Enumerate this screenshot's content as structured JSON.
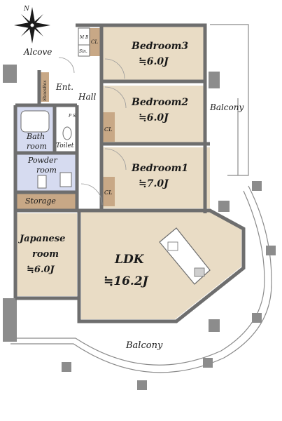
{
  "colors": {
    "room_fill": "#E9DCC5",
    "wet_fill": "#D6DBF0",
    "storage_fill": "#C8A886",
    "wall": "#6E6E6E",
    "pillar": "#8C8C8C",
    "balcony_fill": "#FFFFFF"
  },
  "compass": {
    "icon": "compass-rose-icon",
    "north_label": "N"
  },
  "rooms": {
    "bedroom3": {
      "name": "Bedroom3",
      "size": "≒6.0J"
    },
    "bedroom2": {
      "name": "Bedroom2",
      "size": "≒6.0J"
    },
    "bedroom1": {
      "name": "Bedroom1",
      "size": "≒7.0J"
    },
    "japanese": {
      "name_line1": "Japanese",
      "name_line2": "room",
      "size": "≒6.0J"
    },
    "ldk": {
      "name": "LDK",
      "size": "≒16.2J"
    },
    "bath": {
      "line1": "Bath",
      "line2": "room"
    },
    "powder": {
      "line1": "Powder",
      "line2": "room"
    },
    "storage": {
      "name": "Storage"
    },
    "toilet": {
      "name": "Toilet"
    },
    "hall": {
      "name": "Hall"
    },
    "entrance": {
      "name": "Ent."
    },
    "alcove": {
      "name": "Alcove"
    },
    "shoes_box": {
      "name": "ShoesBox"
    },
    "balcony_right": {
      "name": "Balcony"
    },
    "balcony_bottom": {
      "name": "Balcony"
    }
  },
  "fixtures": {
    "closet": "CL",
    "mb": "M\nB",
    "sin": "Sin.",
    "ps": "P S"
  }
}
